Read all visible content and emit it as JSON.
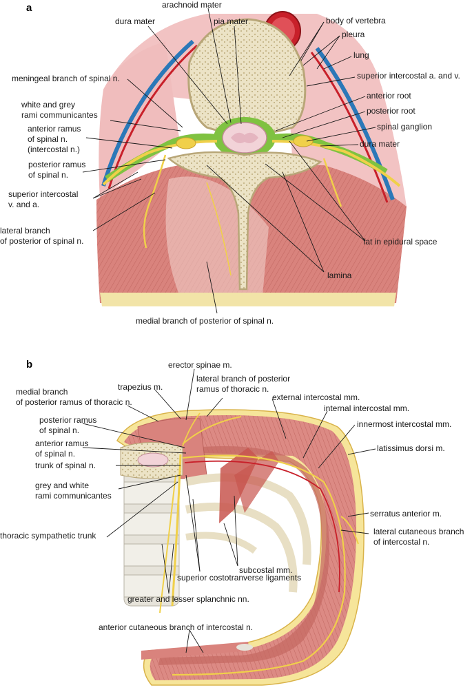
{
  "panel_a": {
    "letter": "a",
    "labels": {
      "arachnoid_mater": "arachnoid mater",
      "dura_mater_top": "dura mater",
      "pia_mater": "pia mater",
      "body_of_vertebra": "body of vertebra",
      "pleura": "pleura",
      "lung": "lung",
      "superior_intercostal_av": "superior intercostal a. and v.",
      "meningeal_branch_1": "meningeal branch of spinal n.",
      "rami_comm_1": "white and grey",
      "rami_comm_2": "rami communicantes",
      "anterior_ramus_1": "anterior ramus",
      "anterior_ramus_2": "of spinal n.",
      "anterior_ramus_3": "(intercostal n.)",
      "posterior_ramus_1": "posterior ramus",
      "posterior_ramus_2": "of spinal n.",
      "superior_intercostal_va_1": "superior intercostal",
      "superior_intercostal_va_2": "v. and a.",
      "lateral_branch_1": "lateral branch",
      "lateral_branch_2": "of posterior of spinal n.",
      "anterior_root": "anterior root",
      "posterior_root": "posterior root",
      "spinal_ganglion": "spinal ganglion",
      "dura_mater_right": "dura mater",
      "fat_epidural": "fat in epidural space",
      "lamina": "lamina",
      "medial_branch": "medial branch of posterior of spinal n."
    }
  },
  "panel_b": {
    "letter": "b",
    "labels": {
      "erector_spinae": "erector spinae m.",
      "trapezius": "trapezius m.",
      "lateral_branch_1": "lateral branch of posterior",
      "lateral_branch_2": "ramus of thoracic n.",
      "medial_branch_1": "medial branch",
      "medial_branch_2": "of posterior ramus of thoracic n.",
      "external_intercostal": "external intercostal mm.",
      "internal_intercostal": "internal intercostal mm.",
      "innermost_intercostal": "innermost intercostal mm.",
      "latissimus_dorsi": "latissimus dorsi m.",
      "posterior_ramus_1": "posterior ramus",
      "posterior_ramus_2": "of spinal n.",
      "anterior_ramus_1": "anterior ramus",
      "anterior_ramus_2": "of spinal n.",
      "trunk": "trunk of spinal n.",
      "grey_white_1": "grey and white",
      "grey_white_2": "rami communicantes",
      "serratus": "serratus anterior m.",
      "thoracic_symp": "thoracic sympathetic trunk",
      "lateral_cutaneous_1": "lateral cutaneous branch",
      "lateral_cutaneous_2": "of intercostal n.",
      "subcostal": "subcostal mm.",
      "sup_costotrans": "superior costotranverse ligaments",
      "splanchnic": "greater and lesser splanchnic nn.",
      "anterior_cutaneous": "anterior cutaneous branch of intercostal n."
    }
  },
  "colors": {
    "muscle": "#d9837d",
    "muscle_light": "#efb9b2",
    "bone": "#ece3c6",
    "bone_spongy": "#d8caa4",
    "nerve": "#f0d04a",
    "artery": "#c8202a",
    "vein": "#2b78b8",
    "dura_green": "#7fc241",
    "fat": "#f6e59a",
    "lung_pink": "#f2c3c3"
  }
}
